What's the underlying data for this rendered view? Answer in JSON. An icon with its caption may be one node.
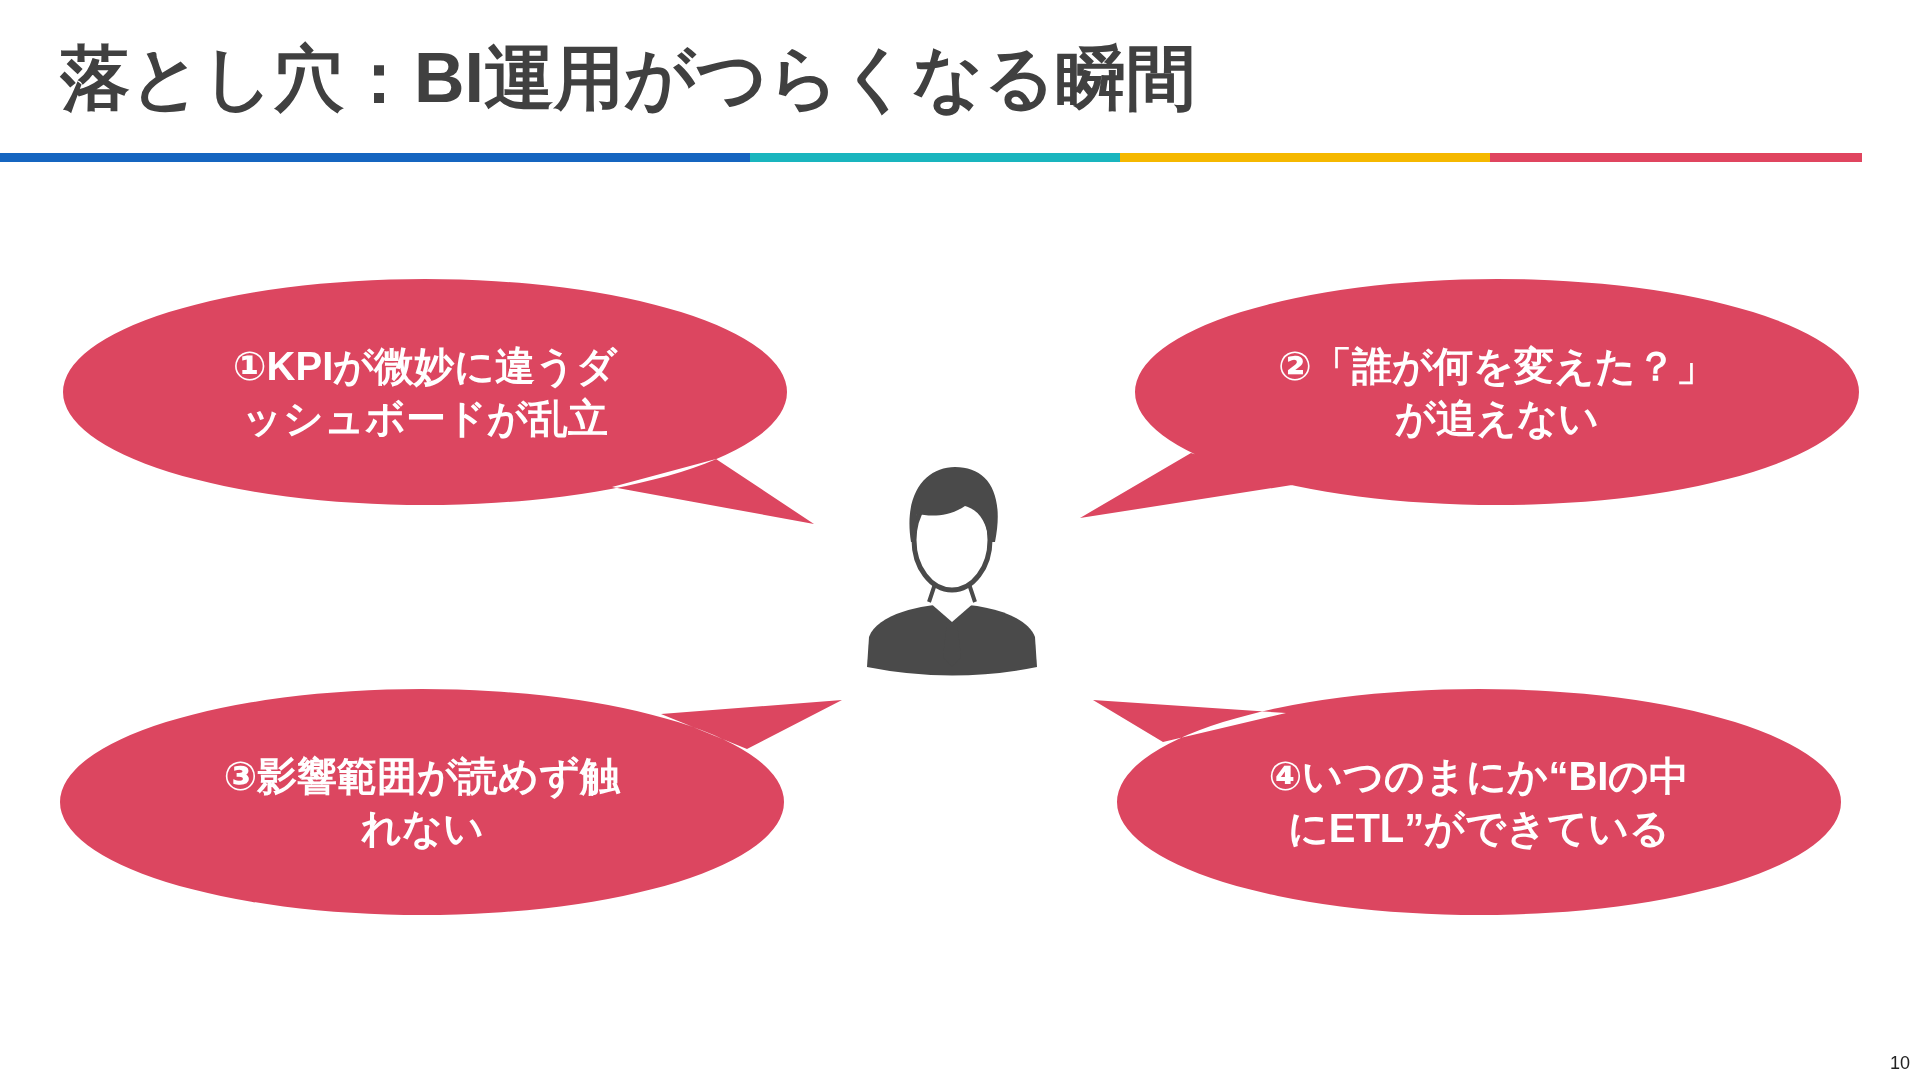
{
  "diagram": {
    "title": "落とし穴：BI運用がつらくなる瞬間",
    "nodes": [
      {
        "text": [
          "①KPIが微妙に違うダッシュボードが乱立"
        ]
      },
      {
        "text": [
          "②「誰が何を変えた？」が追えない"
        ]
      },
      {
        "text": [
          "③影響範囲が読めず触れない"
        ]
      },
      {
        "text": [
          "④いつのまにか“BIの中にETL”ができている"
        ]
      }
    ],
    "labels": [
      "10"
    ]
  }
}
